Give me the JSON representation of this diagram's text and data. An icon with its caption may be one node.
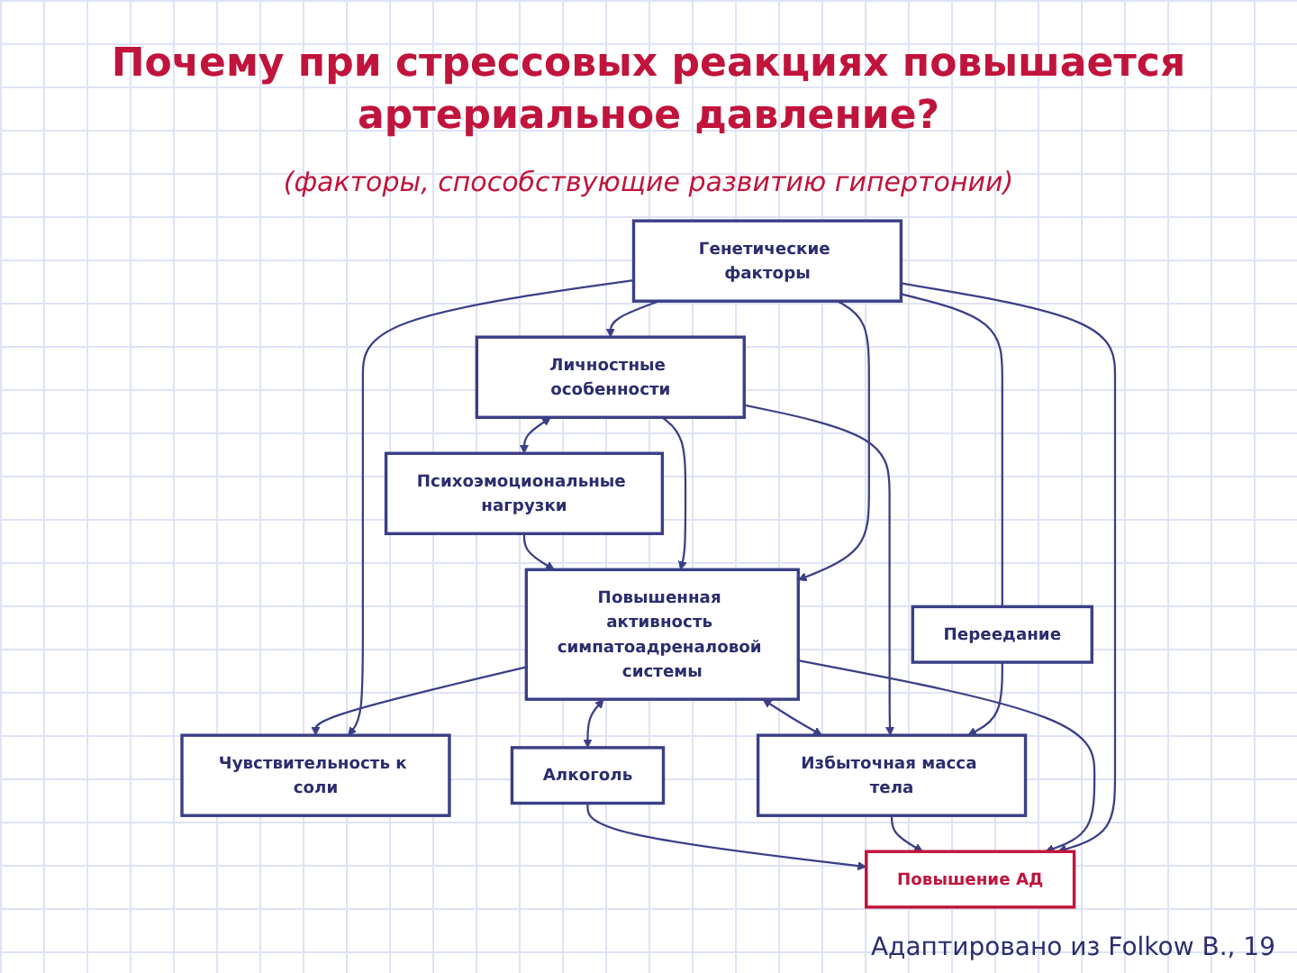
{
  "diagram": {
    "title": "Почему при стрессовых реакциях повышается артериальное давление?",
    "nodes": [
      {
        "text": [
          "Генетические факторы"
        ]
      },
      {
        "text": [
          "Личностные особенности"
        ]
      },
      {
        "text": [
          "Психоэмоциональные нагрузки"
        ]
      },
      {
        "text": [
          "Переедание"
        ]
      },
      {
        "text": [
          "Повышенная активность симпатоадреналовой системы"
        ]
      },
      {
        "text": [
          "Чувствительность к соли"
        ]
      },
      {
        "text": [
          "Избыточная масса тела"
        ]
      },
      {
        "text": [
          "Алкоголь"
        ]
      },
      {
        "text": [
          "Повышение АД"
        ]
      }
    ],
    "edges": [
      {
        "from": 0,
        "to": 1,
        "arrow": "to"
      },
      {
        "from": 1,
        "to": 2,
        "arrow": "both"
      },
      {
        "from": 0,
        "to": 5,
        "arrow": "to"
      },
      {
        "from": 0,
        "to": 8,
        "arrow": "to"
      },
      {
        "from": 0,
        "to": 3,
        "arrow": "none"
      },
      {
        "from": 3,
        "to": 6,
        "arrow": "to"
      },
      {
        "from": 0,
        "to": 4,
        "arrow": "to"
      },
      {
        "from": 1,
        "to": 6,
        "arrow": "to"
      },
      {
        "from": 1,
        "to": 4,
        "arrow": "to"
      },
      {
        "from": 2,
        "to": 4,
        "arrow": "to"
      },
      {
        "from": 4,
        "to": 5,
        "arrow": "to"
      },
      {
        "from": 4,
        "to": 6,
        "arrow": "both"
      },
      {
        "from": 4,
        "to": 7,
        "arrow": "both"
      },
      {
        "from": 4,
        "to": 8,
        "arrow": "to"
      },
      {
        "from": 6,
        "to": 8,
        "arrow": "to"
      },
      {
        "from": 7,
        "to": 8,
        "arrow": "to"
      }
    ],
    "labels": [
      "(факторы, способствующие развитию гипертонии)",
      "Адаптировано из Folkow B., 19"
    ]
  }
}
